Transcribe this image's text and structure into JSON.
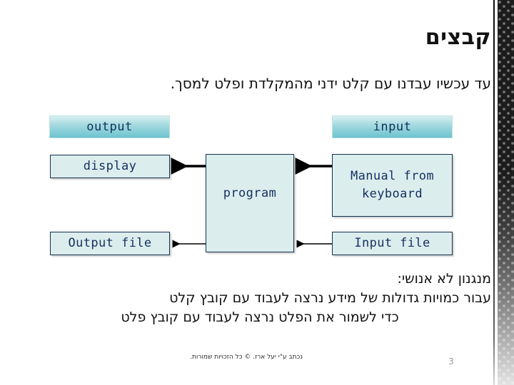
{
  "slide": {
    "title": "קבצים",
    "lead_text": "עד עכשיו עבדנו עם קלט ידני מהמקלדת ופלט למסך.",
    "page_number": "3",
    "footer_credit": "נכתב ע\"י יעל ארז. © כל הזכויות שמורות."
  },
  "diagram": {
    "band_output": "output",
    "band_input": "input",
    "node_display": "display",
    "node_output_file": "Output file",
    "node_program": "program",
    "node_manual": "Manual from keyboard",
    "node_input_file": "Input file",
    "arrow_label_program_to_display": "arrow-left",
    "arrow_label_manual_to_program": "arrow-left",
    "arrow_label_program_to_output_file": "arrow-left",
    "arrow_label_input_file_to_program": "arrow-left"
  },
  "notes": {
    "line1": "מנגנון לא אנושי:",
    "line2": "עבור כמויות גדולות של מידע נרצה לעבוד עם קובץ קלט",
    "line3": "כדי לשמור את הפלט נרצה לעבוד עם קובץ פלט"
  },
  "colors": {
    "band_gradient_top": "#d9f0f1",
    "band_gradient_bottom": "#6cc4cf",
    "node_fill": "#dcedee",
    "node_border": "#12304d",
    "mono_text": "#12305e",
    "body_text": "#111111",
    "page_number": "#9a9a9a",
    "edge_strip": "#1c1c1c"
  }
}
